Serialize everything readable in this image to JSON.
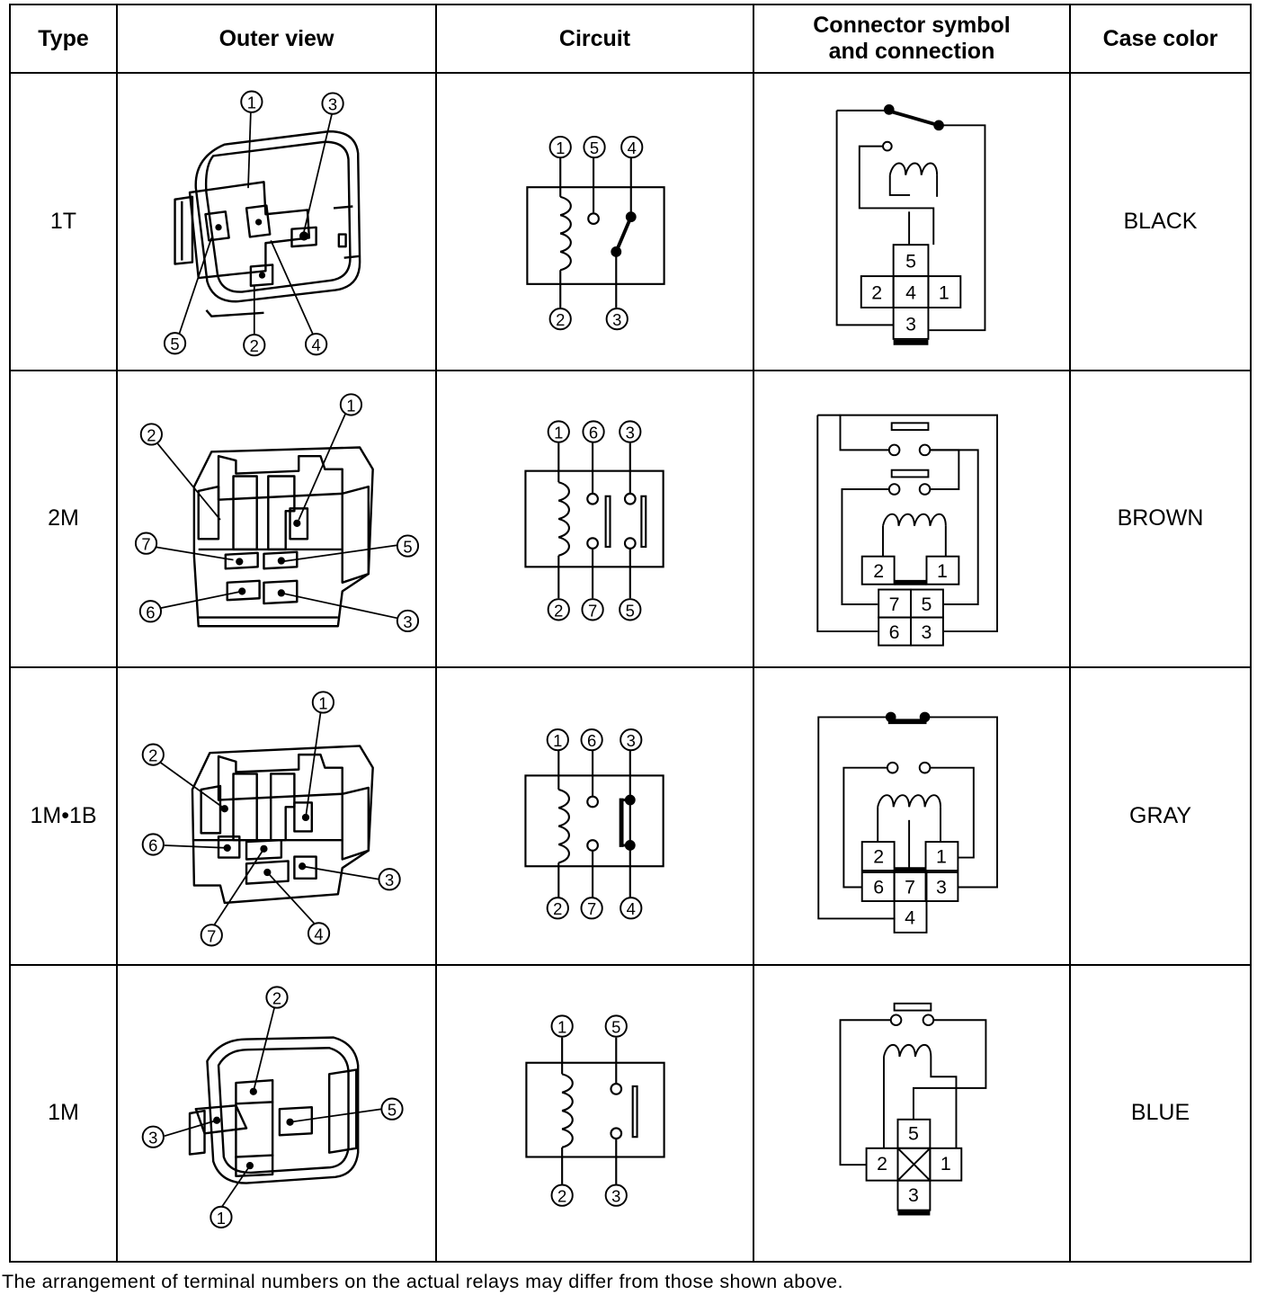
{
  "headers": {
    "type": "Type",
    "outer_view": "Outer view",
    "circuit": "Circuit",
    "connector_line1": "Connector symbol",
    "connector_line2": "and connection",
    "case_color": "Case color"
  },
  "rows": [
    {
      "type": "1T",
      "case_color": "BLACK",
      "outer_view_labels": [
        "1",
        "3",
        "5",
        "2",
        "4"
      ],
      "circuit_labels": [
        "1",
        "5",
        "4",
        "2",
        "3"
      ],
      "connector_labels": [
        "5",
        "2",
        "4",
        "1",
        "3"
      ]
    },
    {
      "type": "2M",
      "case_color": "BROWN",
      "outer_view_labels": [
        "1",
        "2",
        "7",
        "5",
        "6",
        "3"
      ],
      "circuit_labels": [
        "1",
        "6",
        "3",
        "2",
        "7",
        "5"
      ],
      "connector_labels": [
        "2",
        "1",
        "7",
        "5",
        "6",
        "3"
      ]
    },
    {
      "type": "1M•1B",
      "case_color": "GRAY",
      "outer_view_labels": [
        "1",
        "2",
        "6",
        "3",
        "7",
        "4"
      ],
      "circuit_labels": [
        "1",
        "6",
        "3",
        "2",
        "7",
        "4"
      ],
      "connector_labels": [
        "2",
        "1",
        "6",
        "7",
        "3",
        "4"
      ]
    },
    {
      "type": "1M",
      "case_color": "BLUE",
      "outer_view_labels": [
        "2",
        "5",
        "3",
        "1"
      ],
      "circuit_labels": [
        "1",
        "5",
        "2",
        "3"
      ],
      "connector_labels": [
        "5",
        "2",
        "1",
        "3"
      ]
    }
  ],
  "footnote": "The arrangement of terminal numbers on the actual relays may differ from those shown above."
}
